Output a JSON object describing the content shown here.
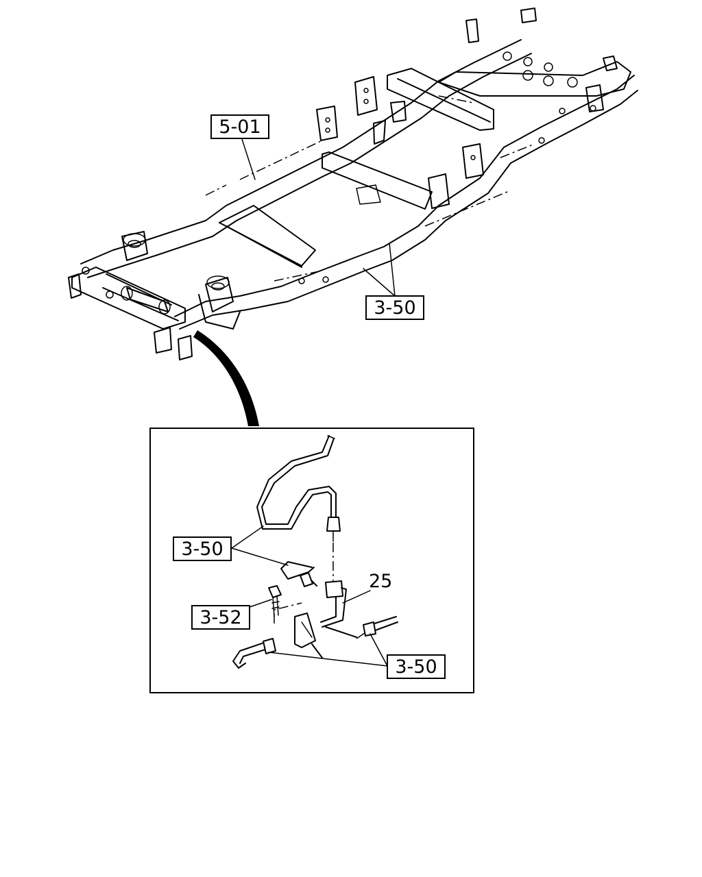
{
  "diagram": {
    "callouts": {
      "frame": "5-01",
      "brake_pipe_main": "3-50",
      "brake_pipe_detail_upper": "3-50",
      "bolt": "3-52",
      "brake_pipe_detail_lower": "3-50"
    },
    "part_number_label": "25"
  }
}
